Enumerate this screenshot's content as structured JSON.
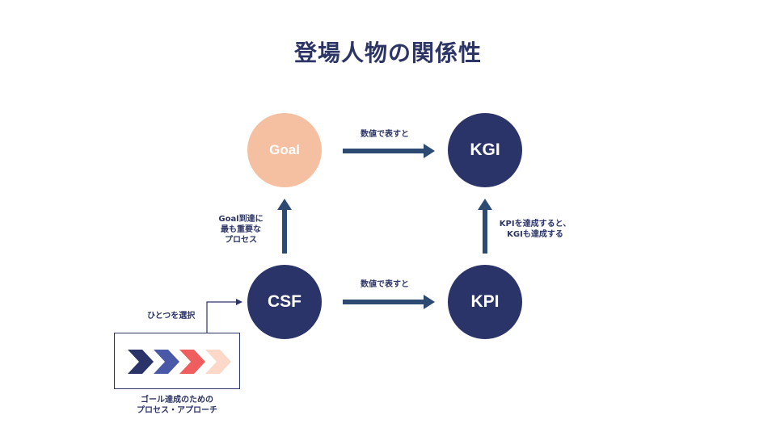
{
  "title": "登場人物の関係性",
  "nodes": {
    "goal": "Goal",
    "kgi": "KGI",
    "csf": "CSF",
    "kpi": "KPI"
  },
  "labels": {
    "goal_to_kgi": "数値で表すと",
    "csf_to_kpi": "数値で表すと",
    "csf_to_goal": [
      "Goal到達に",
      "最も重要な",
      "プロセス"
    ],
    "kpi_to_kgi": [
      "KPIを達成すると、",
      "KGIも達成する"
    ],
    "select_one": "ひとつを選択",
    "process_caption": [
      "ゴール達成のための",
      "プロセス・アプローチ"
    ]
  },
  "colors": {
    "navy": "#2a3468",
    "peach": "#f5c0a2",
    "arrow": "#2c4a72",
    "chevrons": [
      "#2a3468",
      "#4a58a8",
      "#ef5e5e",
      "#fbd8c8"
    ]
  }
}
